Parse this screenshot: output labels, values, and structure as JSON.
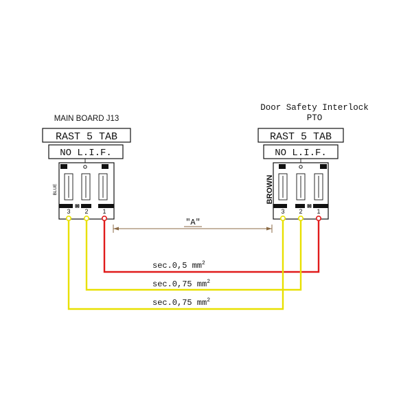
{
  "left_connector": {
    "title": "MAIN BOARD J13",
    "type_label": "RAST 5 TAB",
    "coding_label": "NO L.I.F.",
    "side_label": "BLUE",
    "pins": [
      "3",
      "2",
      "1"
    ]
  },
  "right_connector": {
    "title_line1": "Door Safety Interlock",
    "title_line2": "PTO",
    "type_label": "RAST 5 TAB",
    "coding_label": "NO L.I.F.",
    "side_label": "BROWN",
    "pins": [
      "3",
      "2",
      "1"
    ]
  },
  "dimension": {
    "label": "\"A\"",
    "color": "#8b6a45"
  },
  "wires": [
    {
      "name": "wire-red",
      "section": "sec.0,5 mm",
      "unit_exp": "2",
      "color": "#e01b1b"
    },
    {
      "name": "wire-yellow-middle",
      "section": "sec.0,75 mm",
      "unit_exp": "2",
      "color": "#e8e000"
    },
    {
      "name": "wire-yellow-outer",
      "section": "sec.0,75 mm",
      "unit_exp": "2",
      "color": "#e8e000"
    }
  ],
  "colors": {
    "line": "#111111",
    "background": "#ffffff"
  }
}
